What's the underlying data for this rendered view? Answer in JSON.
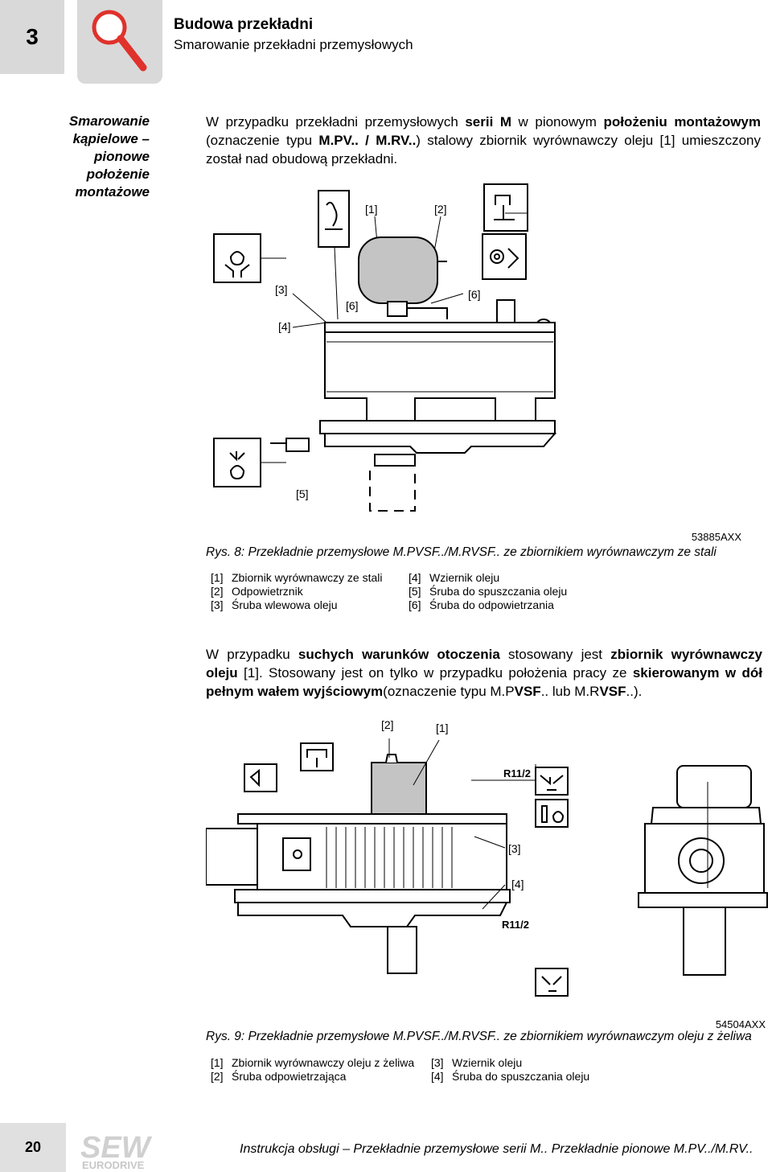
{
  "header": {
    "chapter_number": "3",
    "title": "Budowa przekładni",
    "subtitle": "Smarowanie przekładni przemysłowych",
    "icon": "magnifier-icon"
  },
  "sidebar": {
    "lines": [
      "Smarowanie",
      "kąpielowe –",
      "pionowe",
      "położenie",
      "montażowe"
    ]
  },
  "intro": {
    "t1": "W przypadku przekładni przemysłowych ",
    "b1": "serii M",
    "t2": " w pionowym ",
    "b2": "położeniu montażowym",
    "t3": " (oznaczenie typu ",
    "b3": "M.PV.. / M.RV..",
    "t4": ") stalowy zbiornik wyrównawczy oleju [1] umieszczony został nad obudową przekładni."
  },
  "figure1": {
    "callouts": {
      "c1": "[1]",
      "c2": "[2]",
      "c3": "[3]",
      "c4": "[4]",
      "c5": "[5]",
      "c6a": "[6]",
      "c6b": "[6]"
    },
    "code": "53885AXX",
    "caption": "Rys. 8: Przekładnie przemysłowe M.PVSF../M.RVSF.. ze zbiornikiem wyrównawczym ze stali",
    "legend_left": [
      {
        "num": "[1]",
        "text": "Zbiornik wyrównawczy ze stali"
      },
      {
        "num": "[2]",
        "text": "Odpowietrznik"
      },
      {
        "num": "[3]",
        "text": "Śruba wlewowa oleju"
      }
    ],
    "legend_right": [
      {
        "num": "[4]",
        "text": "Wziernik oleju"
      },
      {
        "num": "[5]",
        "text": "Śruba do spuszczania oleju"
      },
      {
        "num": "[6]",
        "text": "Śruba do odpowietrzania"
      }
    ]
  },
  "para2": {
    "t1": "W przypadku ",
    "b1": "suchych warunków otoczenia",
    "t2": " stosowany jest ",
    "b2": "zbiornik wyrównawczy oleju",
    "t3": " [1]. Stosowany jest on tylko w przypadku położenia pracy ze ",
    "b3": "skierowanym w dół pełnym wałem wyjściowym",
    "t4": "(oznaczenie typu M.P",
    "b4": "VSF",
    "t5": ".. lub M.R",
    "b5": "VSF",
    "t6": "..)."
  },
  "figure2": {
    "callouts": {
      "c2": "[2]",
      "c1": "[1]",
      "c3": "[3]",
      "c4": "[4]",
      "r1": "R11/2",
      "r2": "R11/2"
    },
    "code": "54504AXX",
    "caption": "Rys. 9: Przekładnie przemysłowe M.PVSF../M.RVSF.. ze zbiornikiem wyrównawczym oleju z żeliwa",
    "legend_left": [
      {
        "num": "[1]",
        "text": "Zbiornik wyrównawczy oleju z żeliwa"
      },
      {
        "num": "[2]",
        "text": "Śruba odpowietrzająca"
      }
    ],
    "legend_right": [
      {
        "num": "[3]",
        "text": "Wziernik oleju"
      },
      {
        "num": "[4]",
        "text": "Śruba do spuszczania oleju"
      }
    ]
  },
  "footer": {
    "page_number": "20",
    "logo_top": "SEW",
    "logo_bottom": "EURODRIVE",
    "text": "Instrukcja obsługi – Przekładnie przemysłowe serii M.. Przekładnie pionowe M.PV../M.RV.."
  },
  "colors": {
    "header_gray": "#d9d9d9",
    "magnifier_red": "#e0312b",
    "tank_gray": "#c4c4c4"
  }
}
